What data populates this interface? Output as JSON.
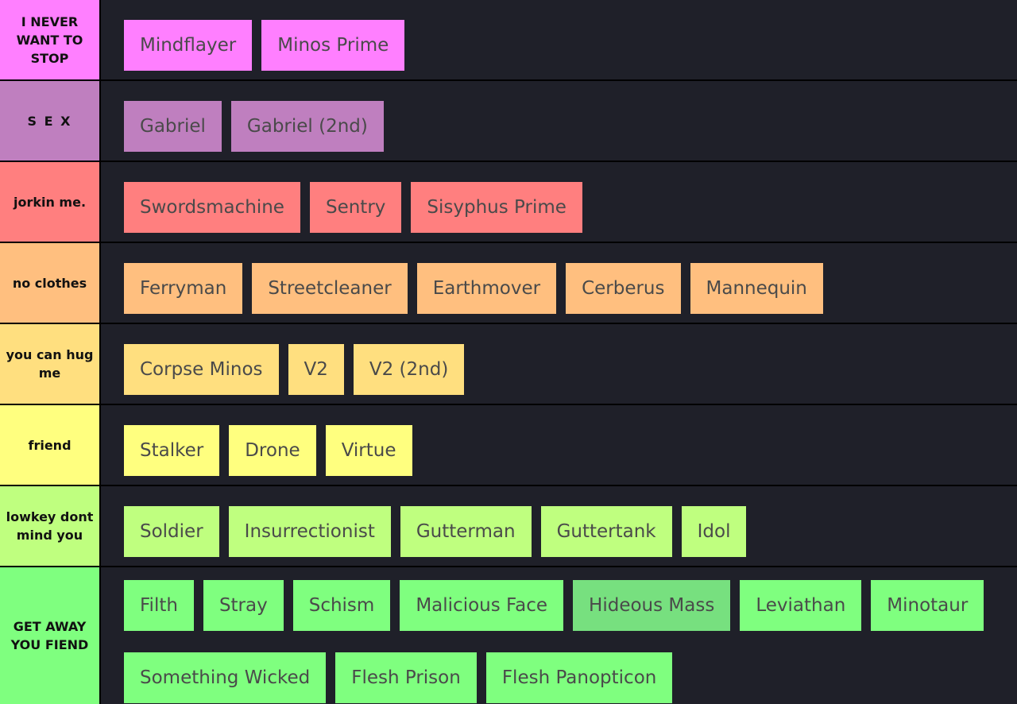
{
  "tiers": [
    {
      "label": "I NEVER WANT TO STOP",
      "color": "#ff7fff",
      "items": [
        "Mindflayer",
        "Minos Prime"
      ]
    },
    {
      "label": "S E X",
      "color": "#bf7fbf",
      "items": [
        "Gabriel",
        "Gabriel (2nd)"
      ]
    },
    {
      "label": "jorkin me.",
      "color": "#ff7f7f",
      "items": [
        "Swordsmachine",
        "Sentry",
        "Sisyphus Prime"
      ]
    },
    {
      "label": "no clothes",
      "color": "#ffbf7f",
      "items": [
        "Ferryman",
        "Streetcleaner",
        "Earthmover",
        "Cerberus",
        "Mannequin"
      ]
    },
    {
      "label": "you can hug me",
      "color": "#ffdf7f",
      "items": [
        "Corpse Minos",
        "V2",
        "V2 (2nd)"
      ]
    },
    {
      "label": "friend",
      "color": "#ffff7f",
      "items": [
        "Stalker",
        "Drone",
        "Virtue"
      ]
    },
    {
      "label": "lowkey dont mind you",
      "color": "#bfff7f",
      "items": [
        "Soldier",
        "Insurrectionist",
        "Gutterman",
        "Guttertank",
        "Idol"
      ]
    },
    {
      "label": "GET AWAY YOU FIEND",
      "color": "#7fff7f",
      "items": [
        "Filth",
        "Stray",
        "Schism",
        "Malicious Face",
        "Hideous Mass",
        "Leviathan",
        "Minotaur",
        "Something Wicked",
        "Flesh Prison",
        "Flesh Panopticon"
      ]
    }
  ],
  "highlighted_item": "Hideous Mass",
  "highlight_color": "#77e07f"
}
